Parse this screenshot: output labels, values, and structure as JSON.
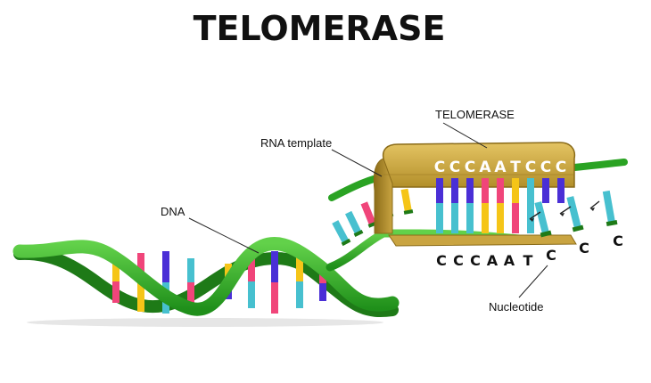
{
  "title": "TELOMERASE",
  "labels": {
    "telomerase": "TELOMERASE",
    "rna_template": "RNA template",
    "dna": "DNA",
    "nucleotide": "Nucleotide"
  },
  "template_letters": [
    "C",
    "C",
    "C",
    "A",
    "A",
    "T",
    "C",
    "C",
    "C"
  ],
  "new_strand_letters": [
    "C",
    "C",
    "C",
    "A",
    "A",
    "T",
    "C"
  ],
  "free_nucleotide_letters": [
    "C",
    "C"
  ],
  "colors": {
    "helix_green": "#3cb82c",
    "helix_dark": "#1e7a17",
    "enzyme_gold": "#b8962e",
    "enzyme_light": "#d9b84a",
    "base_pink": "#f0457a",
    "base_yellow": "#f5c518",
    "base_blue": "#4a2fd6",
    "base_cyan": "#47c0cf"
  }
}
